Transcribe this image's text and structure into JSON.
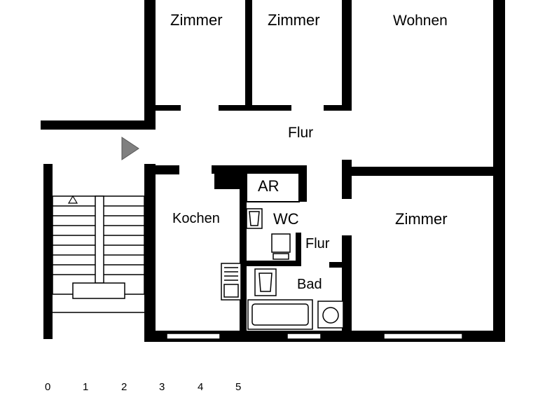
{
  "rooms": {
    "zimmer_1": "Zimmer",
    "zimmer_2": "Zimmer",
    "wohnen": "Wohnen",
    "flur_main": "Flur",
    "ar": "AR",
    "kochen": "Kochen",
    "wc": "WC",
    "flur_small": "Flur",
    "bad": "Bad",
    "zimmer_3": "Zimmer"
  },
  "scale_bar": [
    "0",
    "1",
    "2",
    "3",
    "4",
    "5"
  ],
  "colors": {
    "wall": "#000000",
    "entry_arrow": "#808080",
    "background": "#ffffff"
  }
}
